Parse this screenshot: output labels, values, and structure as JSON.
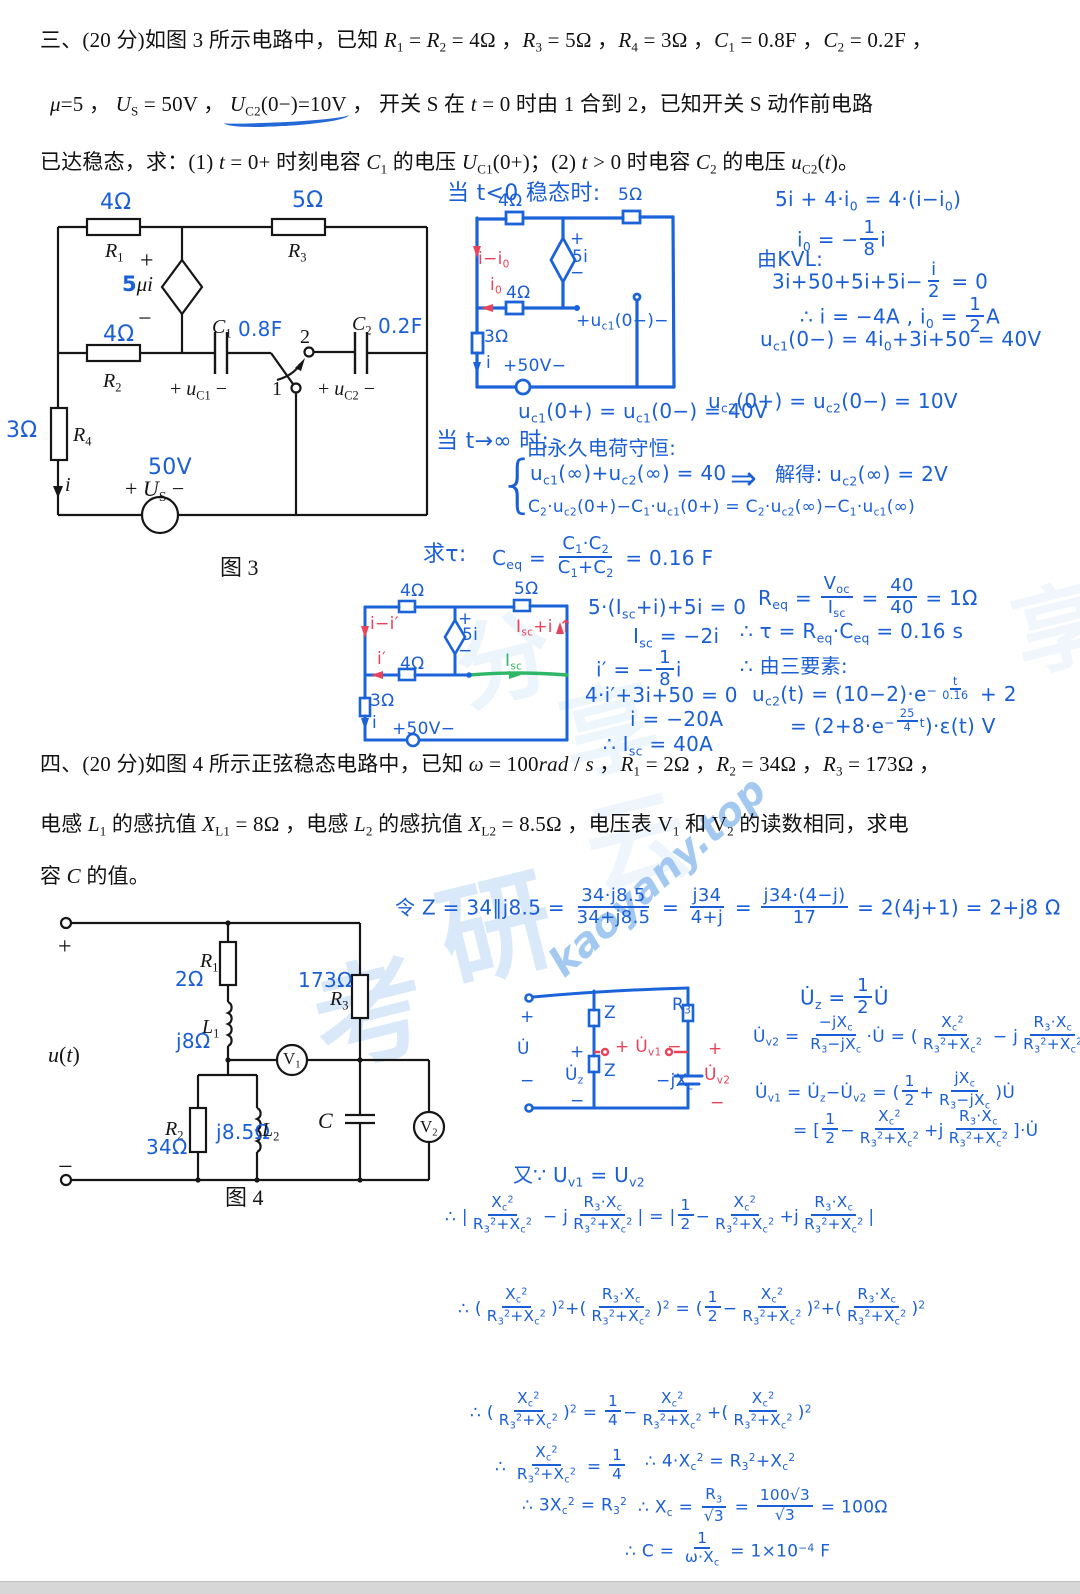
{
  "p3": {
    "l1": "三、(20 分)如图 3 所示电路中，已知 <i>R</i><sub>1</sub> = <i>R</i><sub>2</sub> = 4Ω ，<i>R</i><sub>3</sub> = 5Ω ，<i>R</i><sub>4</sub> = 3Ω ，<i>C</i><sub>1</sub> = 0.8F ，<i>C</i><sub>2</sub> = 0.2F ，",
    "l2": "<i>μ</i>=5 ，  <i>U</i><sub>S</sub> = 50V ，  <span class='wavy'><i>U</i><sub>C2</sub>(0−)=10V</span> ，  开关 S 在 <i>t</i> = 0 时由 1 合到 2，已知开关 S 动作前电路",
    "l3": "已达稳态，求：(1) <i>t</i> = 0+ 时刻电容 <i>C</i><sub>1</sub> 的电压 <i>U</i><sub>C1</sub>(0+)；(2) <i>t</i> &gt; 0 时电容 <i>C</i><sub>2</sub> 的电压 <i>u</i><sub>C2</sub>(<i>t</i>)。"
  },
  "p4": {
    "l1": "四、(20 分)如图 4 所示正弦稳态电路中，已知 <i>ω</i> = 100<i>rad</i> / <i>s</i> ，<i>R</i><sub>1</sub> = 2Ω ，<i>R</i><sub>2</sub> = 34Ω ，<i>R</i><sub>3</sub> = 173Ω ，",
    "l2": "电感 <i>L</i><sub>1</sub> 的感抗值 <i>X</i><sub>L1</sub> = 8Ω ，电感 <i>L</i><sub>2</sub> 的感抗值 <i>X</i><sub>L2</sub> = 8.5Ω ，电压表 V<sub>1</sub> 和 V<sub>2</sub> 的读数相同，求电",
    "l3": "容 <i>C</i> 的值。"
  },
  "fig3": {
    "caption": "图 3",
    "r1": "<i>R</i><sub>1</sub>",
    "r1v": "4Ω",
    "r2": "<i>R</i><sub>2</sub>",
    "r2v": "4Ω",
    "r3": "<i>R</i><sub>3</sub>",
    "r3v": "5Ω",
    "r4": "<i>R</i><sub>4</sub>",
    "r4v": "3Ω",
    "srcplus": "+",
    "src": "<span class='bl'>5</span><i>μi</i>",
    "srcminus": "−",
    "c1": "<i>C</i><sub>1</sub>",
    "c1v": "0.8F",
    "c2": "<i>C</i><sub>2</sub>",
    "c2v": "0.2F",
    "n1": "1",
    "n2": "2",
    "uc1": "+  <i>u</i><sub>C1</sub> −",
    "uc2": "+  <i>u</i><sub>C2</sub> −",
    "i": "<i>i</i>",
    "us": "+  <i>U</i><sub>S</sub>  −",
    "usv": "50V"
  },
  "fig4": {
    "caption": "图 4",
    "plus": "+",
    "minus": "−",
    "ut": "<i>u</i>(<i>t</i>)",
    "r1": "<i>R</i><sub>1</sub>",
    "r1v": "2Ω",
    "l1": "<i>L</i><sub>1</sub>",
    "l1v": "j8Ω",
    "r3": "<i>R</i><sub>3</sub>",
    "r3v": "173Ω",
    "r2": "<i>R</i><sub>2</sub>",
    "r2v": "34Ω",
    "l2": "<i>L</i><sub>2</sub>",
    "l2v": "j8.5Ω",
    "c": "<i>C</i>",
    "v1": "V<sub>1</sub>",
    "v2": "V<sub>2</sub>"
  },
  "solA": {
    "title": "当 t&lt;0 稳态时:",
    "r1v": "4Ω",
    "r3v": "5Ω",
    "src": "5i",
    "plus": "+",
    "minus": "−",
    "cur1": "i−i<sub>0</sub>",
    "cur2": "i<sub>0</sub>",
    "r2v": "4Ω",
    "uc1": "+u<sub>c1</sub>(0−)−",
    "r4v": "3Ω",
    "i": "i",
    "us": "+50V−",
    "eq1": "5i + 4·i<sub>0</sub> = 4·(i−i<sub>0</sub>)",
    "eq2": "i<sub>0</sub> = −<span class='fr'><i>1</i><i>8</i></span>i",
    "kvl": "由KVL:",
    "eq3": "3i+50+5i+5i−<span class='fr'><i>i</i><i>2</i></span> = 0",
    "eq4": "∴ i = −4A , i<sub>0</sub> = <span class='fr'><i>1</i><i>2</i></span>A",
    "eq5": "u<sub>c1</sub>(0−) = 4i<sub>0</sub>+3i+50 = 40V",
    "eq6": "u<sub>c2</sub>(0+) = u<sub>c2</sub>(0−) = 10V",
    "eq7": "u<sub>c1</sub>(0+) = u<sub>c1</sub>(0−) = 40V"
  },
  "solB": {
    "title": "当 t→∞ 时:",
    "law": "由永久电荷守恒:",
    "brace": "{",
    "eq1": "u<sub>c1</sub>(∞)+u<sub>c2</sub>(∞) = 40",
    "eq2": "C<sub>2</sub>·u<sub>c2</sub>(0+)−C<sub>1</sub>·u<sub>c1</sub>(0+) = C<sub>2</sub>·u<sub>c2</sub>(∞)−C<sub>1</sub>·u<sub>c1</sub>(∞)",
    "arrow": "⇒",
    "result": "解得: u<sub>c2</sub>(∞) = 2V"
  },
  "solC": {
    "title": "求τ:",
    "ceq": "C<sub>eq</sub> = <span class='fr'><i>C<sub>1</sub>·C<sub>2</sub></i><i>C<sub>1</sub>+C<sub>2</sub></i></span> = 0.16 F",
    "r1v": "4Ω",
    "r3v": "5Ω",
    "src": "5i",
    "plus": "+",
    "minus": "−",
    "cur1": "i−i′",
    "cur2": "i′",
    "r2v": "4Ω",
    "isc": "I<sub>sc</sub>",
    "iscr": "I<sub>sc</sub>+i ↑",
    "r4v": "3Ω",
    "i": "i",
    "us": "+50V−",
    "eq2": "5·(I<sub>sc</sub>+i)+5i = 0",
    "eq3": "I<sub>sc</sub> = −2i",
    "eq4": "i′ = −<span class='fr'><i>1</i><i>8</i></span>i",
    "eq5": "4·i′+3i+50 = 0",
    "eq6": "i = −20A",
    "eq7": "∴ I<sub>sc</sub> = 40A",
    "req": "R<sub>eq</sub> = <span class='fr'><i>V<sub>oc</sub></i><i>I<sub>sc</sub></i></span> = <span class='fr'><i>40</i><i>40</i></span> = 1Ω",
    "tau": "∴ τ = R<sub>eq</sub>·C<sub>eq</sub> = 0.16 s",
    "three": "∴ 由三要素:",
    "uc2a": "u<sub>c2</sub>(t) = (10−2)·e<sup>−<span class='fr'><i>t</i><i>0.16</i></span></sup> + 2",
    "uc2b": "= (2+8·e<sup>−<span class='fr'><i>25</i><i>4</i></span>t</sup>)·ε(t) V"
  },
  "solD": {
    "zline": "令 Z = 34∥j8.5 = <span class='fr'><i>34·j8.5</i><i>34+j8.5</i></span> = <span class='fr'><i>j34</i><i>4+j</i></span> = <span class='fr'><i>j34·(4−j)</i><i>17</i></span> = 2(4j+1) = 2+j8 Ω",
    "plus": "+",
    "u": "U̇",
    "minus": "−",
    "z1": "Z",
    "z2": "Z",
    "r3": "R<sub>3</sub>",
    "uv1": "+ U̇<sub>v1</sub> −",
    "uzplus": "+",
    "uz": "U̇<sub>z</sub>",
    "uzminus": "−",
    "xc": "−jX<sub>c</sub>",
    "v2plus": "+",
    "uv2": "U̇<sub>v2</sub>",
    "v2minus": "−",
    "eq1": "U̇<sub>z</sub> = <span class='fr'><i>1</i><i>2</i></span>U̇",
    "eq2": "U̇<sub>v2</sub> = <span class='fr'><i>−jX<sub>c</sub></i><i>R<sub>3</sub>−jX<sub>c</sub></i></span>·U̇ = (<span class='fr'><i>X<sub>c</sub><sup>2</sup></i><i>R<sub>3</sub><sup>2</sup>+X<sub>c</sub><sup>2</sup></i></span> − j<span class='fr'><i>R<sub>3</sub>·X<sub>c</sub></i><i>R<sub>3</sub><sup>2</sup>+X<sub>c</sub><sup>2</sup></i></span>)·U̇",
    "eq3": "U̇<sub>v1</sub> = U̇<sub>z</sub>−U̇<sub>v2</sub> = (<span class='fr'><i>1</i><i>2</i></span>+<span class='fr'><i>jX<sub>c</sub></i><i>R<sub>3</sub>−jX<sub>c</sub></i></span>)U̇",
    "eq4": "= [<span class='fr'><i>1</i><i>2</i></span>−<span class='fr'><i>X<sub>c</sub><sup>2</sup></i><i>R<sub>3</sub><sup>2</sup>+X<sub>c</sub><sup>2</sup></i></span>+j<span class='fr'><i>R<sub>3</sub>·X<sub>c</sub></i><i>R<sub>3</sub><sup>2</sup>+X<sub>c</sub><sup>2</sup></i></span>]·U̇",
    "since": "又∵ U<sub>v1</sub> = U<sub>v2</sub>",
    "eq5": "∴ |<span class='fr'><i>X<sub>c</sub><sup>2</sup></i><i>R<sub>3</sub><sup>2</sup>+X<sub>c</sub><sup>2</sup></i></span> − j<span class='fr'><i>R<sub>3</sub>·X<sub>c</sub></i><i>R<sub>3</sub><sup>2</sup>+X<sub>c</sub><sup>2</sup></i></span>| = |<span class='fr'><i>1</i><i>2</i></span>−<span class='fr'><i>X<sub>c</sub><sup>2</sup></i><i>R<sub>3</sub><sup>2</sup>+X<sub>c</sub><sup>2</sup></i></span>+j<span class='fr'><i>R<sub>3</sub>·X<sub>c</sub></i><i>R<sub>3</sub><sup>2</sup>+X<sub>c</sub><sup>2</sup></i></span>|",
    "eq6": "∴ (<span class='fr'><i>X<sub>c</sub><sup>2</sup></i><i>R<sub>3</sub><sup>2</sup>+X<sub>c</sub><sup>2</sup></i></span>)<sup>2</sup>+(<span class='fr'><i>R<sub>3</sub>·X<sub>c</sub></i><i>R<sub>3</sub><sup>2</sup>+X<sub>c</sub><sup>2</sup></i></span>)<sup>2</sup> = (<span class='fr'><i>1</i><i>2</i></span>−<span class='fr'><i>X<sub>c</sub><sup>2</sup></i><i>R<sub>3</sub><sup>2</sup>+X<sub>c</sub><sup>2</sup></i></span>)<sup>2</sup>+(<span class='fr'><i>R<sub>3</sub>·X<sub>c</sub></i><i>R<sub>3</sub><sup>2</sup>+X<sub>c</sub><sup>2</sup></i></span>)<sup>2</sup>",
    "eq7": "∴ (<span class='fr'><i>X<sub>c</sub><sup>2</sup></i><i>R<sub>3</sub><sup>2</sup>+X<sub>c</sub><sup>2</sup></i></span>)<sup>2</sup> = <span class='fr'><i>1</i><i>4</i></span>−<span class='fr'><i>X<sub>c</sub><sup>2</sup></i><i>R<sub>3</sub><sup>2</sup>+X<sub>c</sub><sup>2</sup></i></span>+(<span class='fr'><i>X<sub>c</sub><sup>2</sup></i><i>R<sub>3</sub><sup>2</sup>+X<sub>c</sub><sup>2</sup></i></span>)<sup>2</sup>",
    "eq8a": "∴ <span class='fr'><i>X<sub>c</sub><sup>2</sup></i><i>R<sub>3</sub><sup>2</sup>+X<sub>c</sub><sup>2</sup></i></span> = <span class='fr'><i>1</i><i>4</i></span>",
    "eq8b": "∴ 4·X<sub>c</sub><sup>2</sup> = R<sub>3</sub><sup>2</sup>+X<sub>c</sub><sup>2</sup>",
    "eq9a": "∴ 3X<sub>c</sub><sup>2</sup> = R<sub>3</sub><sup>2</sup>",
    "eq9b": "∴ X<sub>c</sub> = <span class='fr'><i>R<sub>3</sub></i><i>√3</i></span> = <span class='fr'><i>100√3</i><i>√3</i></span> = 100Ω",
    "eq10": "∴ C = <span class='fr'><i>1</i><i>ω·X<sub>c</sub></i></span> = 1×10<sup>−4</sup> F"
  },
  "watermark": {
    "brand": "考研云分享",
    "site": "kaoyany.top",
    "k1": "考",
    "k2": "研",
    "k3": "云",
    "k4": "分",
    "k5": "享"
  }
}
